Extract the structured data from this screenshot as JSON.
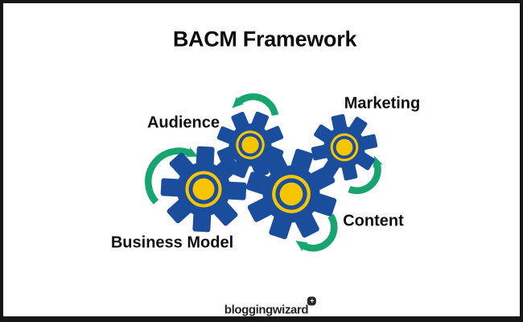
{
  "title": "BACM Framework",
  "labels": {
    "audience": "Audience",
    "marketing": "Marketing",
    "business_model": "Business Model",
    "content": "Content"
  },
  "gears": [
    {
      "name": "audience-gear"
    },
    {
      "name": "marketing-gear"
    },
    {
      "name": "business-model-gear"
    },
    {
      "name": "content-gear"
    }
  ],
  "arrows": [
    {
      "name": "rotation-arrow-top",
      "direction": "counterclockwise"
    },
    {
      "name": "rotation-arrow-left",
      "direction": "clockwise"
    },
    {
      "name": "rotation-arrow-right",
      "direction": "counterclockwise"
    },
    {
      "name": "rotation-arrow-bottom",
      "direction": "clockwise"
    }
  ],
  "logo": {
    "text": "bloggingwizard",
    "badge": "+"
  },
  "colors": {
    "gear_blue": "#1a4e9d",
    "gear_yellow": "#f7c500",
    "arrow_green": "#17a56f",
    "border": "#161616",
    "text": "#0d0d0d"
  }
}
